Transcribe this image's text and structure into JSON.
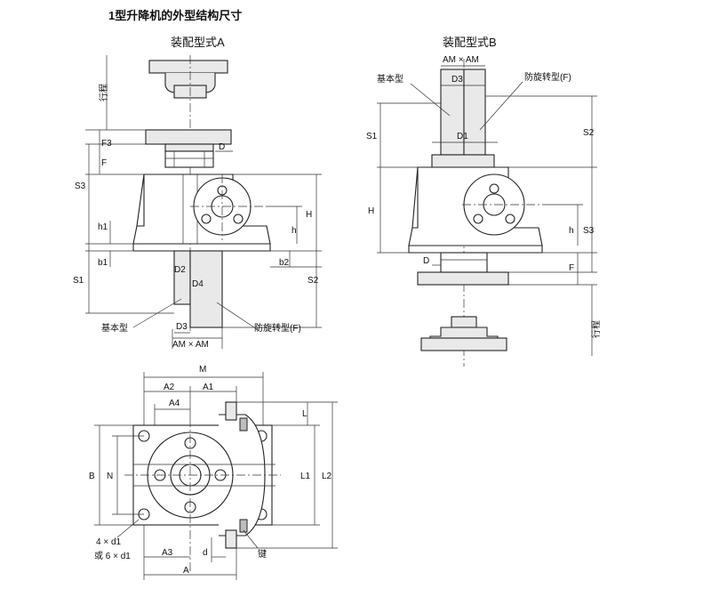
{
  "title": "1型升降机的外型结构尺寸",
  "views": {
    "a": {
      "heading": "装配型式A",
      "travel": "行程",
      "base_type": "基本型",
      "anti_rotation": "防旋转型(F)",
      "dims": {
        "F3": "F3",
        "F": "F",
        "S3": "S3",
        "H": "H",
        "h1": "h1",
        "h": "h",
        "b1": "b1",
        "b2": "b2",
        "S1": "S1",
        "S2": "S2",
        "D": "D",
        "D2": "D2",
        "D4": "D4",
        "D3": "D3",
        "AM": "AM × AM"
      }
    },
    "b": {
      "heading": "装配型式B",
      "travel": "行程",
      "base_type": "基本型",
      "anti_rotation": "防旋转型(F)",
      "dims": {
        "AM": "AM × AM",
        "D3": "D3",
        "D1": "D1",
        "S1": "S1",
        "S2": "S2",
        "H": "H",
        "h": "h",
        "S3": "S3",
        "D": "D",
        "F": "F"
      }
    },
    "plan": {
      "dims": {
        "M": "M",
        "A2": "A2",
        "A1": "A1",
        "A4": "A4",
        "L": "L",
        "B": "B",
        "N": "N",
        "L1": "L1",
        "L2": "L2",
        "d1_4": "4 × d1",
        "d1_6": "或 6 × d1",
        "A3": "A3",
        "d": "d",
        "A": "A",
        "key": "键"
      }
    }
  }
}
